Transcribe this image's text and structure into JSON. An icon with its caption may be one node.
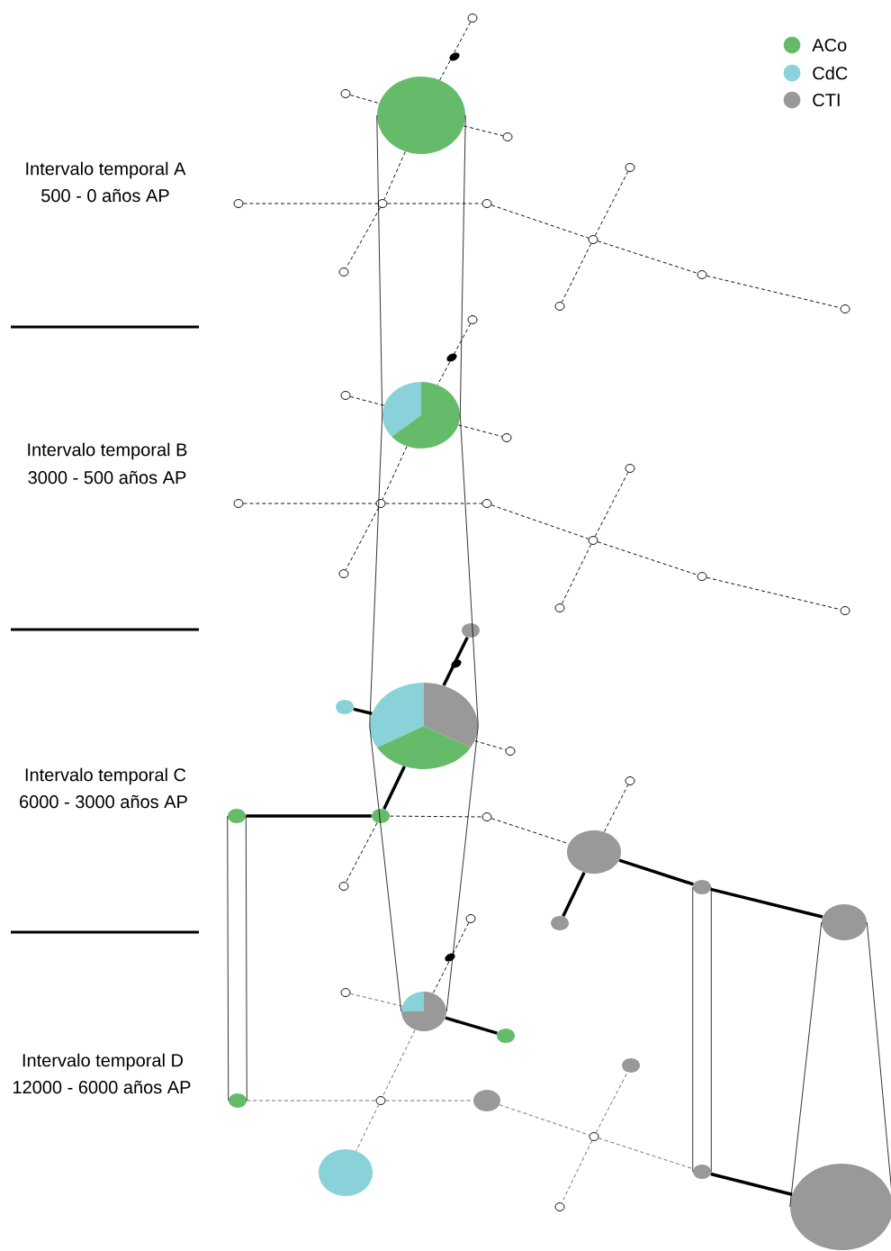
{
  "diagram": {
    "nodes": [
      {
        "text": [],
        "shape": "circle"
      },
      {
        "text": [],
        "shape": "circle"
      },
      {
        "text": [],
        "shape": "circle"
      },
      {
        "text": [],
        "shape": "circle"
      },
      {
        "text": [],
        "shape": "circle"
      },
      {
        "text": [],
        "shape": "circle"
      },
      {
        "text": [],
        "shape": "circle"
      },
      {
        "text": [],
        "shape": "circle"
      },
      {
        "text": [],
        "shape": "circle"
      },
      {
        "text": [],
        "shape": "circle"
      },
      {
        "text": [],
        "shape": "circle"
      },
      {
        "text": [],
        "shape": "circle"
      },
      {
        "text": [],
        "shape": "circle"
      },
      {
        "text": [],
        "shape": "circle"
      },
      {
        "text": [],
        "shape": "circle"
      },
      {
        "text": [],
        "shape": "circle"
      },
      {
        "text": [],
        "shape": "circle"
      },
      {
        "text": [],
        "shape": "circle"
      },
      {
        "text": [],
        "shape": "circle"
      },
      {
        "text": [],
        "shape": "circle"
      },
      {
        "text": [],
        "shape": "circle"
      },
      {
        "text": [],
        "shape": "circle"
      },
      {
        "text": [],
        "shape": "circle"
      },
      {
        "text": [],
        "shape": "circle"
      },
      {
        "text": [],
        "shape": "circle"
      },
      {
        "text": [],
        "shape": "circle"
      },
      {
        "text": [],
        "shape": "circle"
      },
      {
        "text": [],
        "shape": "circle"
      },
      {
        "text": [],
        "shape": "circle"
      },
      {
        "text": [],
        "shape": "circle"
      },
      {
        "text": [],
        "shape": "circle"
      },
      {
        "text": [],
        "shape": "circle"
      },
      {
        "text": [],
        "shape": "circle"
      },
      {
        "text": [],
        "shape": "circle"
      },
      {
        "text": [],
        "shape": "circle"
      },
      {
        "text": [],
        "shape": "circle"
      },
      {
        "text": [],
        "shape": "circle"
      },
      {
        "text": [],
        "shape": "circle"
      },
      {
        "text": [],
        "shape": "circle"
      },
      {
        "text": [],
        "shape": "circle"
      },
      {
        "text": [],
        "shape": "circle"
      },
      {
        "text": [],
        "shape": "circle"
      },
      {
        "text": [],
        "shape": "circle"
      },
      {
        "text": [],
        "shape": "circle"
      },
      {
        "text": [],
        "shape": "circle"
      },
      {
        "text": [],
        "shape": "circle"
      },
      {
        "text": [],
        "shape": "circle"
      },
      {
        "text": [],
        "shape": "circle"
      },
      {
        "text": [],
        "shape": "circle"
      },
      {
        "text": [],
        "shape": "circle"
      },
      {
        "text": [],
        "shape": "circle"
      },
      {
        "text": [],
        "shape": "circle"
      }
    ],
    "edges": [
      {
        "from": 1,
        "to": 0,
        "arrow": "none",
        "style": "dashed"
      },
      {
        "from": 2,
        "to": 0,
        "arrow": "none",
        "style": "dashed"
      },
      {
        "from": 0,
        "to": 3,
        "arrow": "none",
        "style": "dashed"
      },
      {
        "from": 0,
        "to": 4,
        "arrow": "none",
        "style": "dashed"
      },
      {
        "from": 4,
        "to": 5,
        "arrow": "none",
        "style": "dashed"
      },
      {
        "from": 6,
        "to": 4,
        "arrow": "none",
        "style": "dashed"
      },
      {
        "from": 4,
        "to": 7,
        "arrow": "none",
        "style": "dashed"
      },
      {
        "from": 7,
        "to": 8,
        "arrow": "none",
        "style": "dashed"
      },
      {
        "from": 8,
        "to": 9,
        "arrow": "none",
        "style": "dashed"
      },
      {
        "from": 8,
        "to": 10,
        "arrow": "none",
        "style": "dashed"
      },
      {
        "from": 8,
        "to": 11,
        "arrow": "none",
        "style": "dashed"
      },
      {
        "from": 11,
        "to": 12,
        "arrow": "none",
        "style": "dashed"
      },
      {
        "from": 14,
        "to": 13,
        "arrow": "none",
        "style": "dashed"
      },
      {
        "from": 15,
        "to": 13,
        "arrow": "none",
        "style": "dashed"
      },
      {
        "from": 13,
        "to": 16,
        "arrow": "none",
        "style": "dashed"
      },
      {
        "from": 13,
        "to": 17,
        "arrow": "none",
        "style": "dashed"
      },
      {
        "from": 17,
        "to": 18,
        "arrow": "none",
        "style": "dashed"
      },
      {
        "from": 19,
        "to": 17,
        "arrow": "none",
        "style": "dashed"
      },
      {
        "from": 17,
        "to": 20,
        "arrow": "none",
        "style": "dashed"
      },
      {
        "from": 20,
        "to": 21,
        "arrow": "none",
        "style": "dashed"
      },
      {
        "from": 21,
        "to": 22,
        "arrow": "none",
        "style": "dashed"
      },
      {
        "from": 21,
        "to": 23,
        "arrow": "none",
        "style": "dashed"
      },
      {
        "from": 21,
        "to": 24,
        "arrow": "none",
        "style": "dashed"
      },
      {
        "from": 24,
        "to": 25,
        "arrow": "none",
        "style": "dashed"
      },
      {
        "from": 27,
        "to": 26,
        "arrow": "none",
        "style": "thick"
      },
      {
        "from": 28,
        "to": 26,
        "arrow": "none",
        "style": "thick"
      },
      {
        "from": 26,
        "to": 29,
        "arrow": "none",
        "style": "dashed"
      },
      {
        "from": 26,
        "to": 30,
        "arrow": "none",
        "style": "thick"
      },
      {
        "from": 30,
        "to": 31,
        "arrow": "none",
        "style": "dashed"
      },
      {
        "from": 32,
        "to": 30,
        "arrow": "none",
        "style": "thick"
      },
      {
        "from": 30,
        "to": 33,
        "arrow": "none",
        "style": "dashed"
      },
      {
        "from": 33,
        "to": 34,
        "arrow": "none",
        "style": "dashed"
      },
      {
        "from": 34,
        "to": 35,
        "arrow": "none",
        "style": "dashed"
      },
      {
        "from": 34,
        "to": 36,
        "arrow": "none",
        "style": "thick"
      },
      {
        "from": 34,
        "to": 37,
        "arrow": "none",
        "style": "thick"
      },
      {
        "from": 37,
        "to": 38,
        "arrow": "none",
        "style": "thick"
      },
      {
        "from": 40,
        "to": 39,
        "arrow": "none",
        "style": "dashed"
      },
      {
        "from": 41,
        "to": 39,
        "arrow": "none",
        "style": "dashed",
        "color": "#666666"
      },
      {
        "from": 39,
        "to": 42,
        "arrow": "none",
        "style": "thick"
      },
      {
        "from": 39,
        "to": 43,
        "arrow": "none",
        "style": "dashed",
        "color": "#666666"
      },
      {
        "from": 43,
        "to": 44,
        "arrow": "none",
        "style": "dashed",
        "color": "#666666"
      },
      {
        "from": 45,
        "to": 43,
        "arrow": "none",
        "style": "dashed",
        "color": "#666666"
      },
      {
        "from": 43,
        "to": 46,
        "arrow": "none",
        "style": "dashed",
        "color": "#666666"
      },
      {
        "from": 46,
        "to": 47,
        "arrow": "none",
        "style": "dashed",
        "color": "#666666"
      },
      {
        "from": 47,
        "to": 48,
        "arrow": "none",
        "style": "dashed",
        "color": "#666666"
      },
      {
        "from": 47,
        "to": 49,
        "arrow": "none",
        "style": "dashed",
        "color": "#666666"
      },
      {
        "from": 47,
        "to": 50,
        "arrow": "none",
        "style": "dashed",
        "color": "#666666"
      },
      {
        "from": 50,
        "to": 51,
        "arrow": "none",
        "style": "thick"
      },
      {
        "from": 0,
        "to": 13,
        "arrow": "none"
      },
      {
        "from": 0,
        "to": 13,
        "arrow": "none"
      },
      {
        "from": 13,
        "to": 26,
        "arrow": "none"
      },
      {
        "from": 13,
        "to": 26,
        "arrow": "none"
      },
      {
        "from": 26,
        "to": 39,
        "arrow": "none"
      },
      {
        "from": 26,
        "to": 39,
        "arrow": "none"
      },
      {
        "from": 32,
        "to": 45,
        "arrow": "none"
      },
      {
        "from": 32,
        "to": 45,
        "arrow": "none"
      },
      {
        "from": 37,
        "to": 50,
        "arrow": "none"
      },
      {
        "from": 37,
        "to": 50,
        "arrow": "none"
      },
      {
        "from": 38,
        "to": 51,
        "arrow": "none"
      },
      {
        "from": 38,
        "to": 51,
        "arrow": "none"
      }
    ],
    "labels": [
      "Intervalo temporal A",
      "500 - 0 años AP",
      "Intervalo temporal B",
      "3000 - 500 años AP",
      "Intervalo temporal C",
      "6000 - 3000 años AP",
      "Intervalo temporal D",
      "12000 - 6000 años AP"
    ],
    "legend": [
      {
        "text": "ACo",
        "color": "#66bb6a"
      },
      {
        "text": "CdC",
        "color": "#8ad2d9"
      },
      {
        "text": "CTI",
        "color": "#999999"
      }
    ]
  }
}
